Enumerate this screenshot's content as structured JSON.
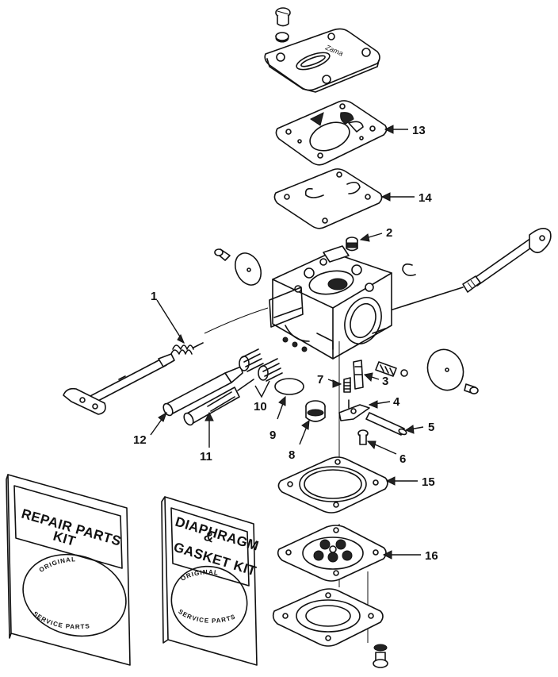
{
  "callouts": {
    "c1": "1",
    "c2": "2",
    "c3": "3",
    "c4": "4",
    "c5": "5",
    "c6": "6",
    "c7": "7",
    "c8": "8",
    "c9": "9",
    "c10": "10",
    "c11": "11",
    "c12": "12",
    "c13": "13",
    "c14": "14",
    "c15": "15",
    "c16": "16"
  },
  "repair_kit": {
    "line1": "REPAIR PARTS",
    "line2": "KIT",
    "seal_top": "ORIGINAL",
    "seal_bottom": "SERVICE PARTS"
  },
  "gasket_kit": {
    "line1": "DIAPHRAGM",
    "line2": "&",
    "line3": "GASKET KIT",
    "seal_top": "ORIGINAL",
    "seal_bottom": "SERVICE PARTS"
  },
  "cover_logo": "Zama"
}
